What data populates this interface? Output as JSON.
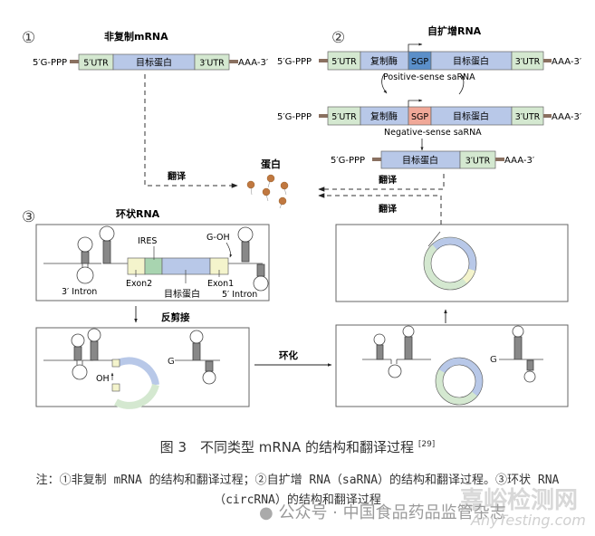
{
  "figure": {
    "panel1": {
      "number": "①",
      "title": "非复制mRNA",
      "five_prime": "5′G-PPP",
      "three_prime": "AAA-3′",
      "segments": [
        "5′UTR",
        "目标蛋白",
        "3′UTR"
      ]
    },
    "panel2": {
      "number": "②",
      "title": "自扩增RNA",
      "positive": {
        "five_prime": "5′G-PPP",
        "three_prime": "AAA-3′",
        "segments": [
          "5′UTR",
          "复制酶",
          "SGP",
          "目标蛋白",
          "3′UTR"
        ],
        "label": "Positive-sense saRNA"
      },
      "negative": {
        "five_prime": "5′G-PPP",
        "three_prime": "AAA-3′",
        "segments": [
          "5′UTR",
          "复制酶",
          "SGP",
          "目标蛋白",
          "3′UTR"
        ],
        "label": "Negative-sense saRNA"
      },
      "subgenomic": {
        "five_prime": "5′G-PPP",
        "three_prime": "AAA-3′",
        "segments": [
          "目标蛋白",
          "3′UTR"
        ]
      }
    },
    "protein_label": "蛋白",
    "translate_labels": [
      "翻译",
      "翻译",
      "翻译"
    ],
    "panel3": {
      "number": "③",
      "title": "环状RNA",
      "labels": {
        "ires": "IRES",
        "g_oh": "G-OH",
        "exon2": "Exon2",
        "exon1": "Exon1",
        "target": "目标蛋白",
        "intron3": "3′ Intron",
        "intron5": "5′ Intron",
        "backsplice": "反剪接",
        "oh": "OH",
        "g": "G",
        "g2": "G",
        "circularize": "环化"
      }
    },
    "colors": {
      "utr": "#d4e8d0",
      "body": "#b8c8e8",
      "sgp_pos": "#5b8fc9",
      "sgp_neg": "#f0a898",
      "exon": "#f4f4cc",
      "ires": "#a8d4b0",
      "cap": "#8a7060",
      "protein": "#c07840"
    }
  },
  "caption": {
    "text": "图 3　不同类型 mRNA 的结构和翻译过程",
    "ref": "[29]"
  },
  "note": {
    "line1": "注：①非复制 mRNA 的结构和翻译过程；②自扩增 RNA（saRNA）的结构和翻译过程。③环状 RNA",
    "line2": "（circRNA）的结构和翻译过程"
  },
  "watermark": {
    "account": "公众号 · 中国食品药品监管杂志",
    "site_cn": "嘉峪检测网",
    "site_en": "AnyTesting.com"
  }
}
